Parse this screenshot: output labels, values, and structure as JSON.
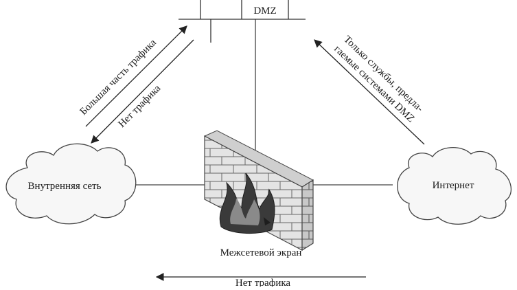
{
  "diagram": {
    "dmz_label": "DMZ",
    "internal_network": "Внутренняя сеть",
    "internet": "Интернет",
    "firewall": "Межсетевой экран",
    "left_arrow_up": "Большая часть трафика",
    "left_arrow_down": "Нет трафика",
    "right_arrow_line1": "Только службы, предла-",
    "right_arrow_line2": "гаемые системами DMZ",
    "bottom_arrow": "Нет трафика"
  }
}
